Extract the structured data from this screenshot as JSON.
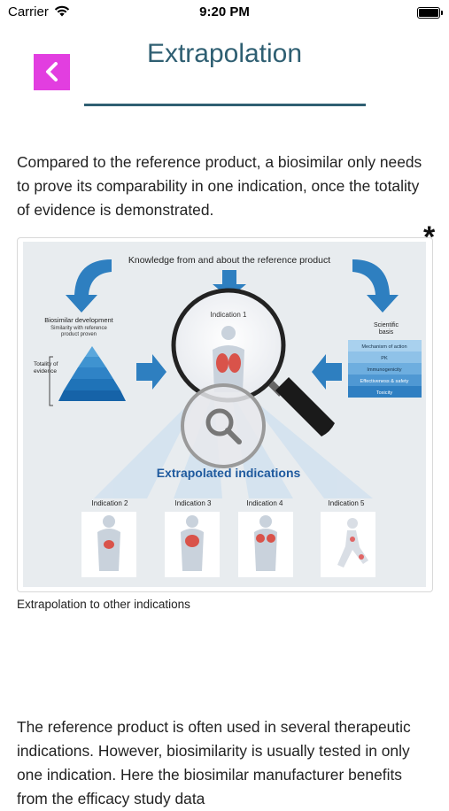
{
  "status": {
    "carrier": "Carrier",
    "time": "9:20 PM"
  },
  "header": {
    "title": "Extrapolation",
    "back_icon": "chevron-left-icon",
    "back_color": "#e23ee0",
    "title_color": "#2f5f72"
  },
  "intro": "Compared to the reference product, a biosimilar only needs to prove its comparability in one indication, once the totality of evidence is demonstrated.",
  "marker": "*",
  "figure": {
    "top_label": "Knowledge from and about the reference product",
    "left_title": "Biosimilar development",
    "left_sub1": "Similarity with reference",
    "left_sub2": "product proven",
    "totality1": "Totality of",
    "totality2": "evidence",
    "center_label": "Indication 1",
    "right_title1": "Scientific",
    "right_title2": "basis",
    "basis_items": [
      "Mechanism of action",
      "PK",
      "Immunogenicity",
      "Effectiveness & safety",
      "Toxicity"
    ],
    "extrapolated": "Extrapolated indications",
    "indications": [
      "Indication 2",
      "Indication 3",
      "Indication 4",
      "Indication 5"
    ]
  },
  "caption": "Extrapolation to other indications",
  "body2": "The reference product is often used in several therapeutic indications. However, biosimilarity is usually tested in only one indication. Here the biosimilar manufacturer benefits from the efficacy study data"
}
